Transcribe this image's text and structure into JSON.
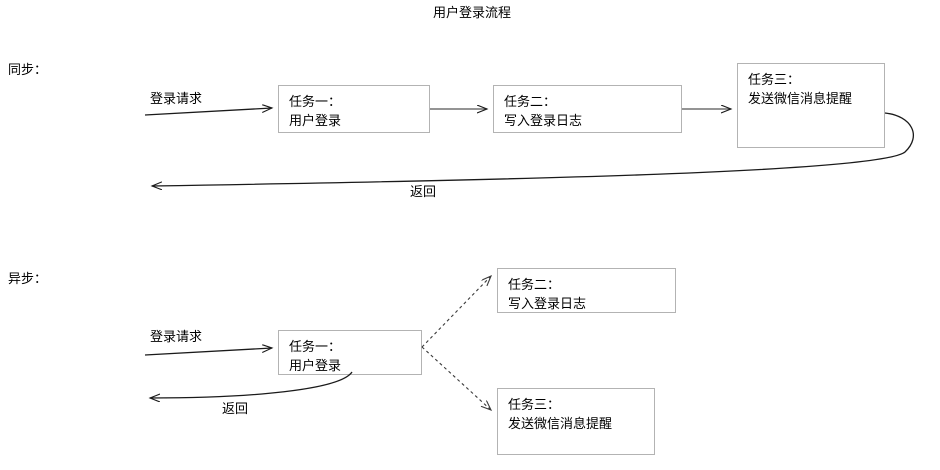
{
  "diagram": {
    "title": "用户登录流程",
    "background": "#ffffff",
    "node_border_color": "#b3b3b3",
    "wire_color": "#1a1a1a",
    "text_color": "#000000"
  },
  "sections": [
    {
      "id": "sync",
      "label": "同步："
    },
    {
      "id": "async",
      "label": "异步："
    }
  ],
  "sync_flow": {
    "entry_label": "登录请求",
    "return_label": "返回",
    "nodes": [
      {
        "id": "sync-task-1",
        "line1": "任务一：",
        "line2": "用户登录"
      },
      {
        "id": "sync-task-2",
        "line1": "任务二：",
        "line2": "写入登录日志"
      },
      {
        "id": "sync-task-3",
        "line1": "任务三：",
        "line2": "发送微信消息提醒"
      }
    ]
  },
  "async_flow": {
    "entry_label": "登录请求",
    "return_label": "返回",
    "nodes": [
      {
        "id": "async-task-1",
        "line1": "任务一：",
        "line2": "用户登录"
      },
      {
        "id": "async-task-2",
        "line1": "任务二：",
        "line2": "写入登录日志"
      },
      {
        "id": "async-task-3",
        "line1": "任务三：",
        "line2": "发送微信消息提醒"
      }
    ]
  }
}
